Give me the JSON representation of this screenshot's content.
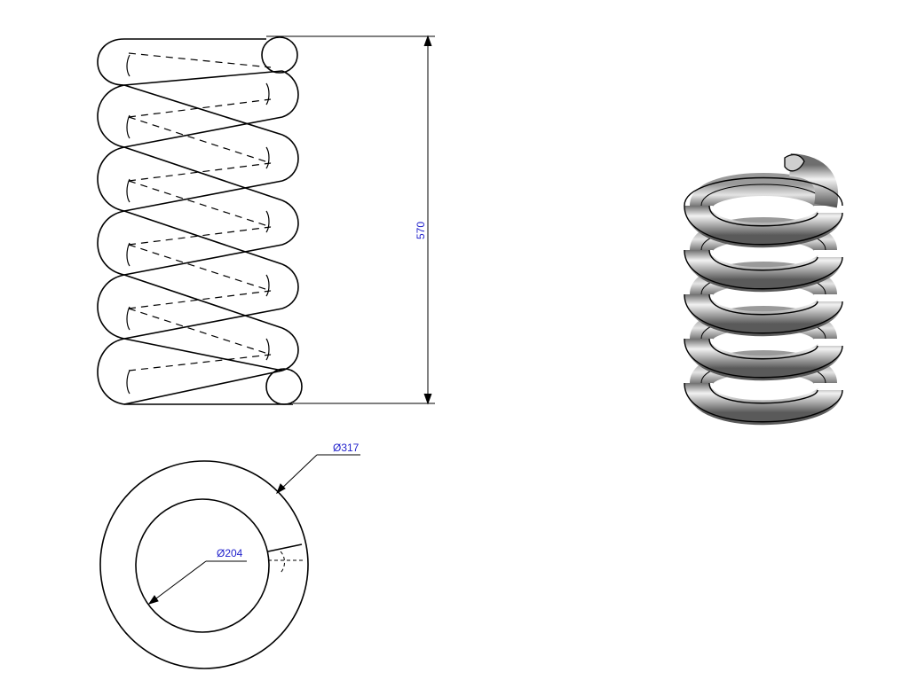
{
  "drawing": {
    "side_view": {
      "height_dimension": "570"
    },
    "top_view": {
      "outer_diameter_label": "Ø317",
      "inner_diameter_label": "Ø204"
    },
    "isometric_view": {}
  },
  "colors": {
    "line": "#000000",
    "dimension_text": "#2222cc",
    "background": "#ffffff",
    "spring_metal_dark": "#6e6e6e",
    "spring_metal_light": "#f2f2f2"
  }
}
